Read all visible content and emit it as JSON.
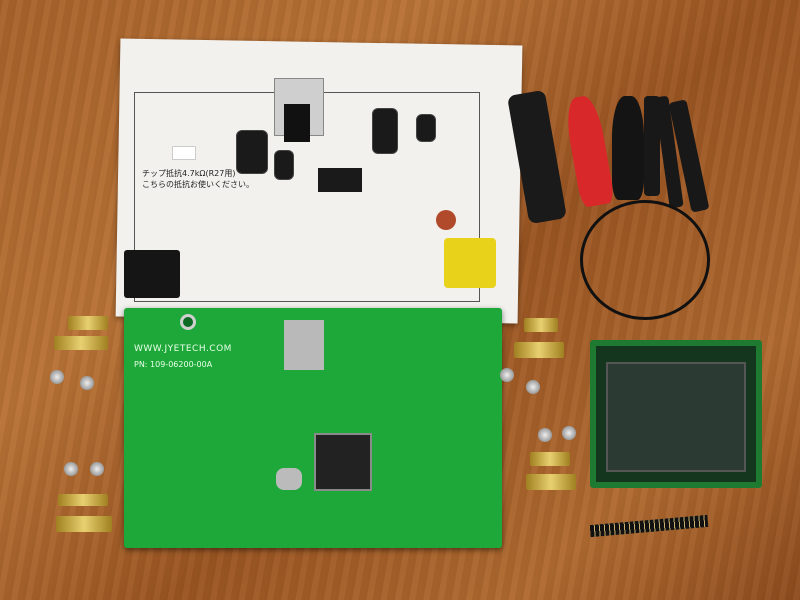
{
  "paper": {
    "note_line1": "チップ抵抗4.7kΩ(R27用)",
    "note_line2": "こちらの抵抗お使いください。"
  },
  "pcb": {
    "url": "WWW.JYETECH.COM",
    "part_number": "PN: 109-06200-00A"
  },
  "colors": {
    "pcb": "#1fa83a",
    "table": "#a8622a",
    "paper": "#f2f1ee"
  }
}
